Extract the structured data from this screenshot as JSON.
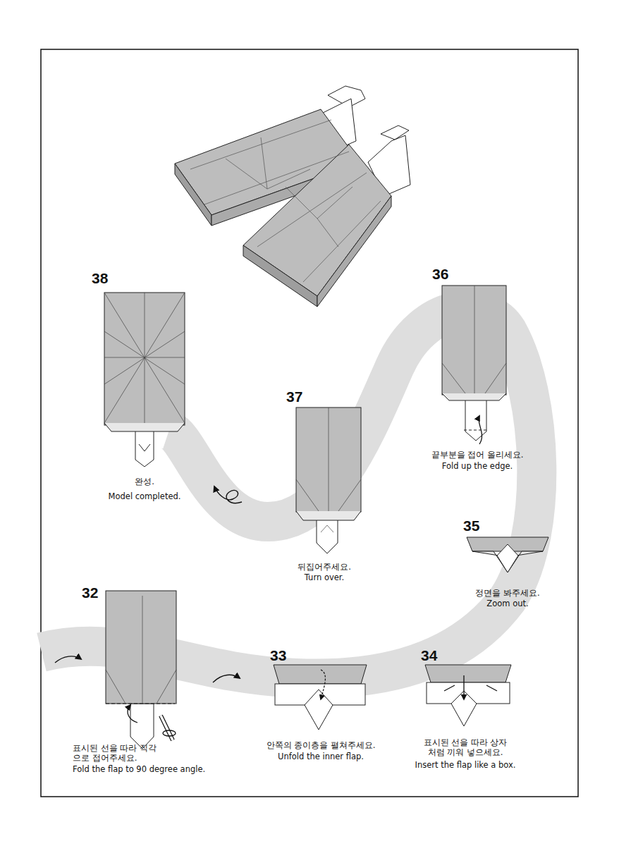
{
  "diagram": {
    "labels": [
      "38",
      "완성.",
      "Model completed.",
      "36",
      "끝부분을 접어 올리세요.",
      "Fold up the edge.",
      "37",
      "뒤집어주세요.",
      "Turn over.",
      "35",
      "정면을 봐주세요.",
      "Zoom out.",
      "32",
      "표시된 선을 따라 직각으로 접어주세요.",
      "Fold the flap to 90 degree angle.",
      "33",
      "안쪽의 종이층을 펼쳐주세요.",
      "Unfold the inner flap.",
      "34",
      "표시된 선을 따라 상자처럼 끼워 넣으세요.",
      "Insert the flap like a box."
    ]
  }
}
